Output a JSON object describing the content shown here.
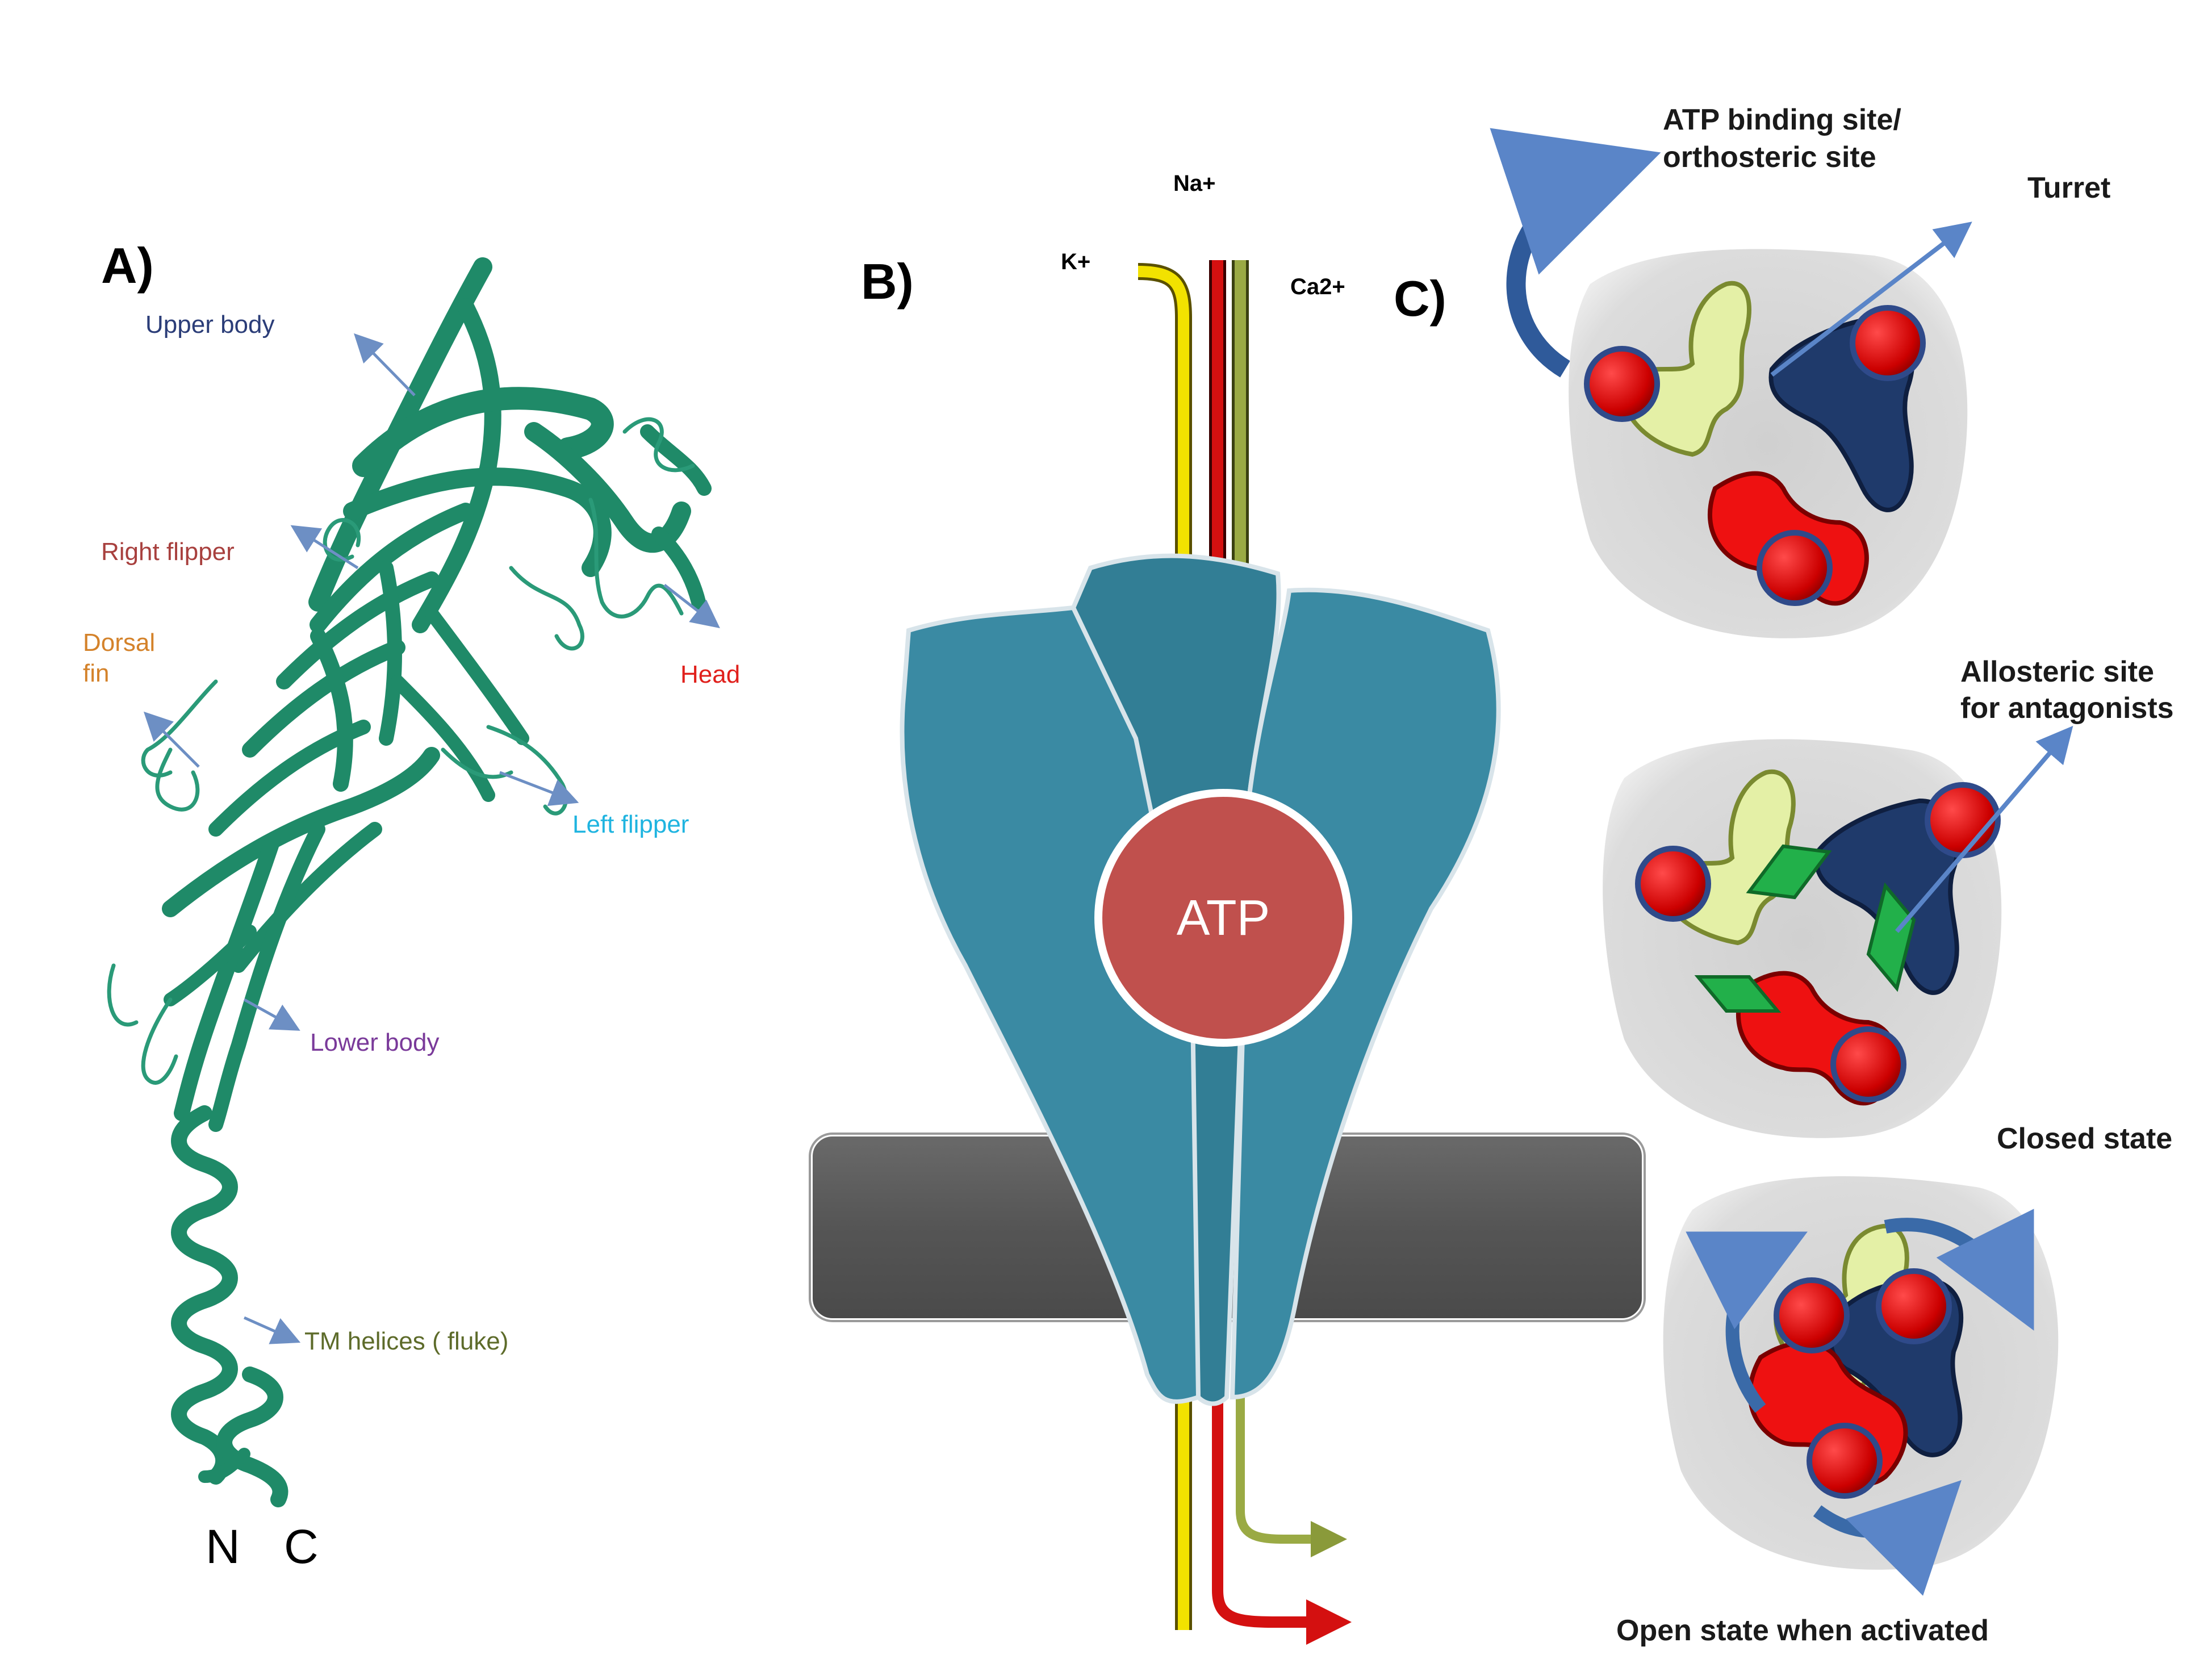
{
  "panel_a": {
    "letter": "A)",
    "labels": {
      "upper_body": "Upper body",
      "right_flipper": "Right flipper",
      "dorsal_fin_line1": "Dorsal",
      "dorsal_fin_line2": "fin",
      "head": "Head",
      "left_flipper": "Left flipper",
      "lower_body": "Lower body",
      "tm_helices": "TM helices ( fluke)"
    },
    "termini": {
      "n": "N",
      "c": "C"
    },
    "colors": {
      "ribbon": "#1f8a68",
      "upper_body": "#2b3d78",
      "right_flipper": "#a8403e",
      "dorsal_fin": "#d4822a",
      "head": "#e0201c",
      "left_flipper": "#1fb4e0",
      "lower_body": "#7a3a9a",
      "tm_helices": "#5d6b2a"
    }
  },
  "panel_b": {
    "letter": "B)",
    "ions": {
      "k": "K+",
      "na": "Na+",
      "ca": "Ca2+"
    },
    "atp_label": "ATP",
    "colors": {
      "channel": "#3a8aa3",
      "membrane": "#5a5a5a",
      "atp": "#c0504d",
      "k_ion": "#e6d400",
      "na_ion": "#d41010",
      "ca_ion": "#8a9a3a"
    }
  },
  "panel_c": {
    "letter": "C)",
    "labels": {
      "atp_site_line1": "ATP binding site/",
      "atp_site_line2": "orthosteric site",
      "turret": "Turret",
      "allosteric_line1": "Allosteric site",
      "allosteric_line2": "for antagonists",
      "closed_state": "Closed state",
      "open_state": "Open state when activated"
    },
    "colors": {
      "subunit_light": "#e4f0a6",
      "subunit_dark": "#1f3a6b",
      "subunit_red": "#ee1111",
      "atp_ball": "#cc0000",
      "allosteric": "#22b04a",
      "background": "#d9d9d9"
    }
  }
}
